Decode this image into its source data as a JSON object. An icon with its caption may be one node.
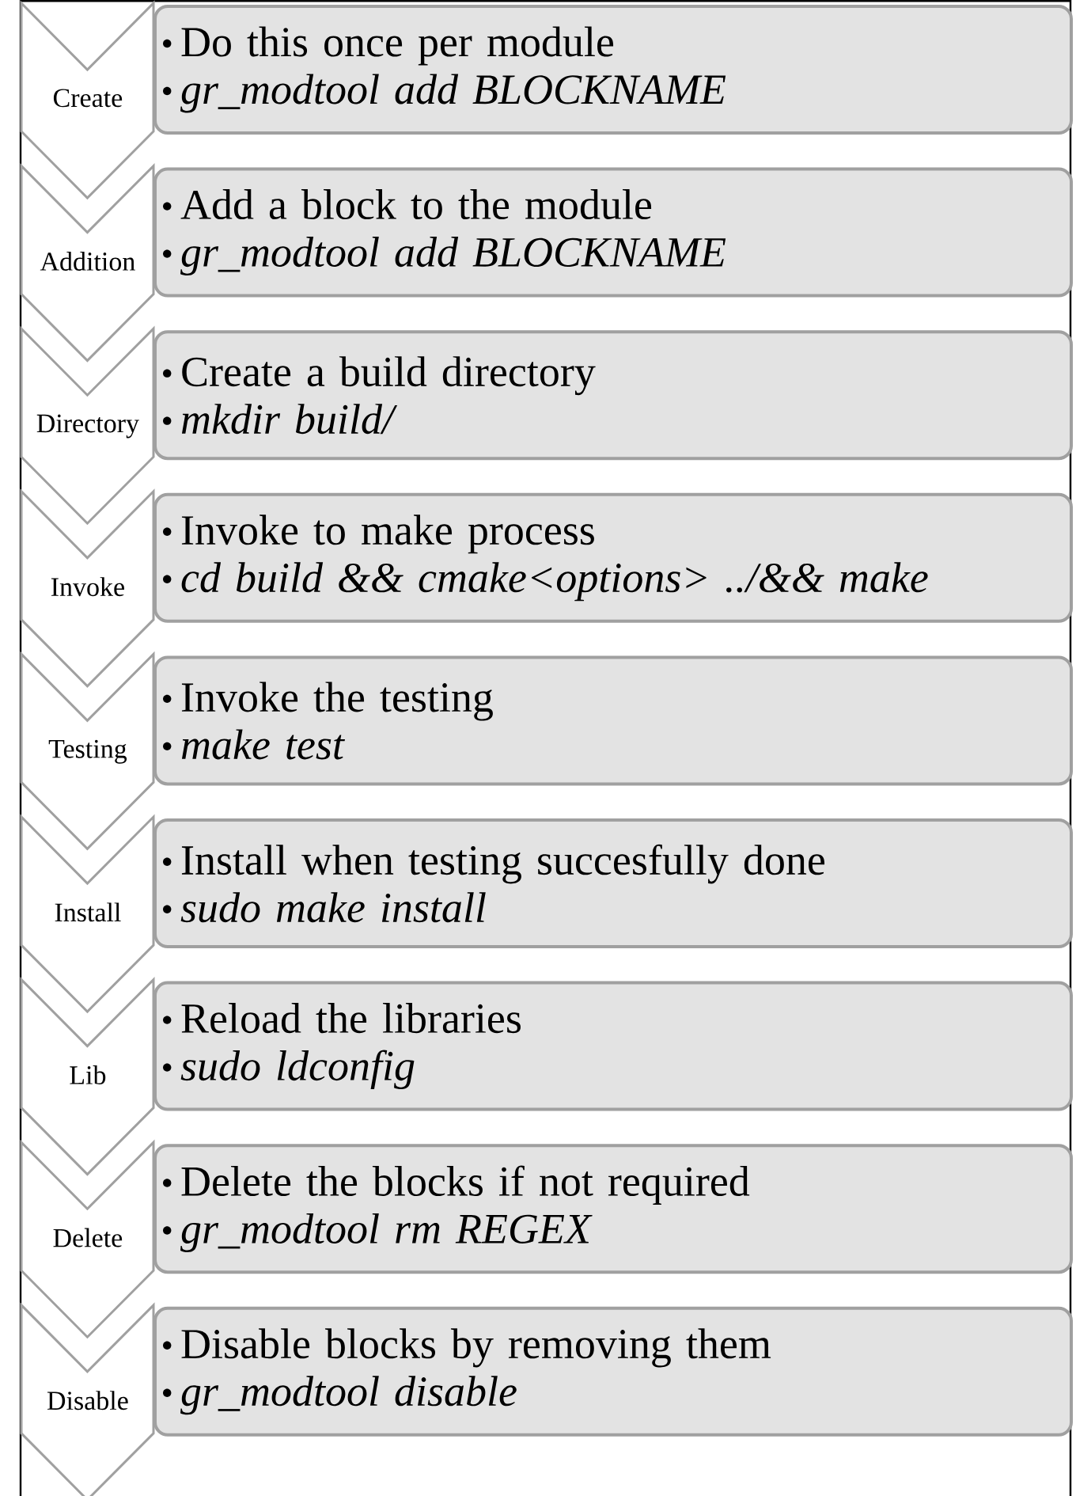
{
  "diagram": {
    "nodes": [
      {
        "text": [
          "Create"
        ]
      },
      {
        "text": [
          "Do this once per module",
          "gr_modtool add BLOCKNAME"
        ]
      },
      {
        "text": [
          "Addition"
        ]
      },
      {
        "text": [
          "Add a block to the module",
          "gr_modtool add BLOCKNAME"
        ]
      },
      {
        "text": [
          "Directory"
        ]
      },
      {
        "text": [
          "Create a build directory",
          "mkdir build/"
        ]
      },
      {
        "text": [
          "Invoke"
        ]
      },
      {
        "text": [
          "Invoke to make process",
          "cd build && cmake<options> ../&& make"
        ]
      },
      {
        "text": [
          "Testing"
        ]
      },
      {
        "text": [
          "Invoke the testing",
          "make test"
        ]
      },
      {
        "text": [
          "Install"
        ]
      },
      {
        "text": [
          "Install when testing succesfully done",
          "sudo make install"
        ]
      },
      {
        "text": [
          "Lib"
        ]
      },
      {
        "text": [
          "Reload the libraries",
          "sudo ldconfig"
        ]
      },
      {
        "text": [
          "Delete"
        ]
      },
      {
        "text": [
          "Delete the blocks if not required",
          "gr_modtool rm REGEX"
        ]
      },
      {
        "text": [
          "Disable"
        ]
      },
      {
        "text": [
          "Disable blocks by removing them",
          "gr_modtool disable"
        ]
      }
    ],
    "edges": []
  }
}
